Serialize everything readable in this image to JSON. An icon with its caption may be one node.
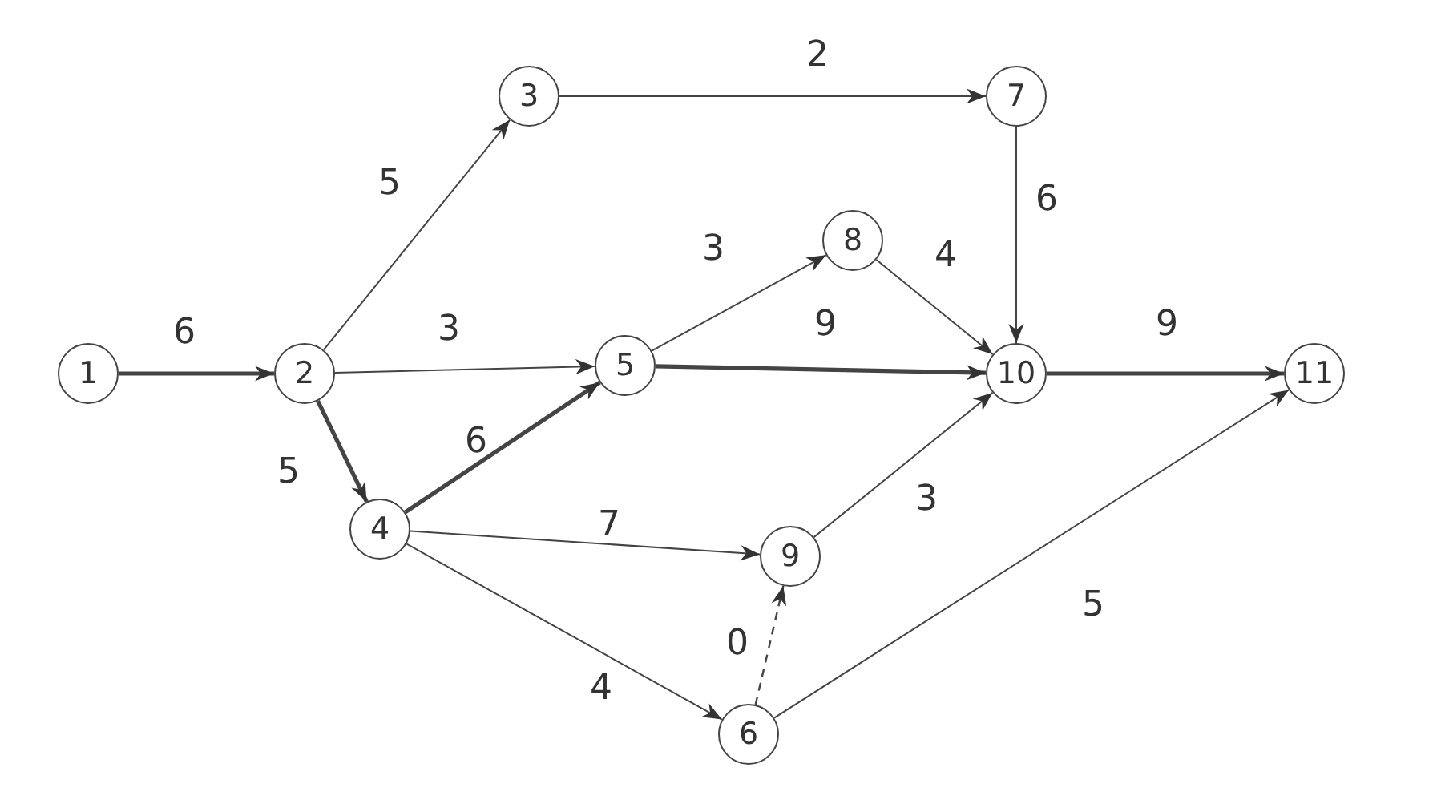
{
  "diagram": {
    "nodes": [
      {
        "text": [
          "1"
        ]
      },
      {
        "text": [
          "2"
        ]
      },
      {
        "text": [
          "3"
        ]
      },
      {
        "text": [
          "4"
        ]
      },
      {
        "text": [
          "5"
        ]
      },
      {
        "text": [
          "6"
        ]
      },
      {
        "text": [
          "7"
        ]
      },
      {
        "text": [
          "8"
        ]
      },
      {
        "text": [
          "9"
        ]
      },
      {
        "text": [
          "10"
        ]
      },
      {
        "text": [
          "11"
        ]
      }
    ],
    "edges": [
      {
        "from": 0,
        "to": 1,
        "arrow": "to",
        "label": "6",
        "style": "thick"
      },
      {
        "from": 1,
        "to": 2,
        "arrow": "to",
        "label": "5"
      },
      {
        "from": 1,
        "to": 4,
        "arrow": "to",
        "label": "3"
      },
      {
        "from": 1,
        "to": 3,
        "arrow": "to",
        "label": "5",
        "style": "thick"
      },
      {
        "from": 2,
        "to": 6,
        "arrow": "to",
        "label": "2"
      },
      {
        "from": 6,
        "to": 9,
        "arrow": "to",
        "label": "6"
      },
      {
        "from": 4,
        "to": 7,
        "arrow": "to",
        "label": "3"
      },
      {
        "from": 7,
        "to": 9,
        "arrow": "to",
        "label": "4"
      },
      {
        "from": 4,
        "to": 9,
        "arrow": "to",
        "label": "9",
        "style": "thick"
      },
      {
        "from": 9,
        "to": 10,
        "arrow": "to",
        "label": "9",
        "style": "thick"
      },
      {
        "from": 3,
        "to": 4,
        "arrow": "to",
        "label": "6",
        "style": "thick"
      },
      {
        "from": 3,
        "to": 8,
        "arrow": "to",
        "label": "7"
      },
      {
        "from": 3,
        "to": 5,
        "arrow": "to",
        "label": "4"
      },
      {
        "from": 5,
        "to": 8,
        "arrow": "to",
        "label": "0",
        "style": "dashed"
      },
      {
        "from": 8,
        "to": 9,
        "arrow": "to",
        "label": "3"
      },
      {
        "from": 5,
        "to": 10,
        "arrow": "to",
        "label": "5"
      }
    ]
  }
}
